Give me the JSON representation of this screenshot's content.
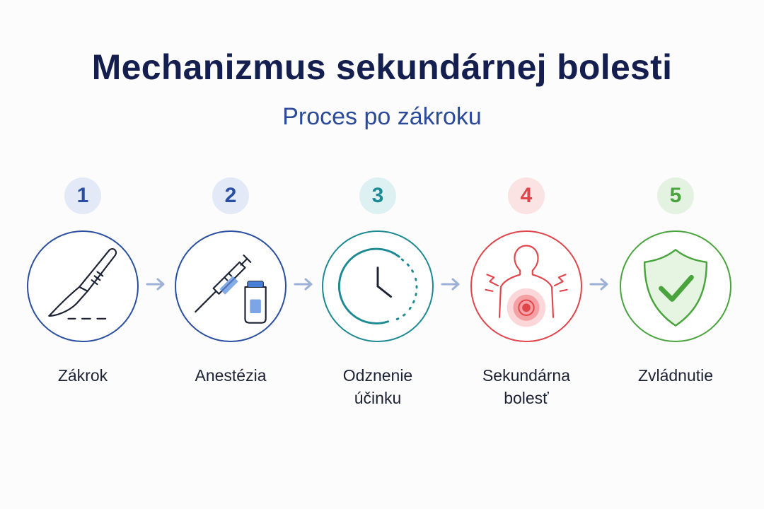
{
  "header": {
    "title": "Mechanizmus sekundárnej bolesti",
    "subtitle": "Proces po zákroku"
  },
  "steps": [
    {
      "number": "1",
      "label_lines": [
        "Zákrok"
      ],
      "icon": "scalpel-icon",
      "color": "#2a4fa0",
      "badge_bg": "#e3e9f6"
    },
    {
      "number": "2",
      "label_lines": [
        "Anestézia"
      ],
      "icon": "syringe-vial-icon",
      "color": "#2a4fa0",
      "badge_bg": "#e3e9f6"
    },
    {
      "number": "3",
      "label_lines": [
        "Odznenie",
        "účinku"
      ],
      "icon": "clock-icon",
      "color": "#1d8a93",
      "badge_bg": "#def1f2"
    },
    {
      "number": "4",
      "label_lines": [
        "Sekundárna",
        "bolesť"
      ],
      "icon": "body-pain-icon",
      "color": "#e0454b",
      "badge_bg": "#fbe3e4"
    },
    {
      "number": "5",
      "label_lines": [
        "Zvládnutie"
      ],
      "icon": "shield-check-icon",
      "color": "#4aa43e",
      "badge_bg": "#e4f3e1"
    }
  ],
  "arrow_icon": "arrow-right-icon",
  "arrow_color": "#9db0d6"
}
